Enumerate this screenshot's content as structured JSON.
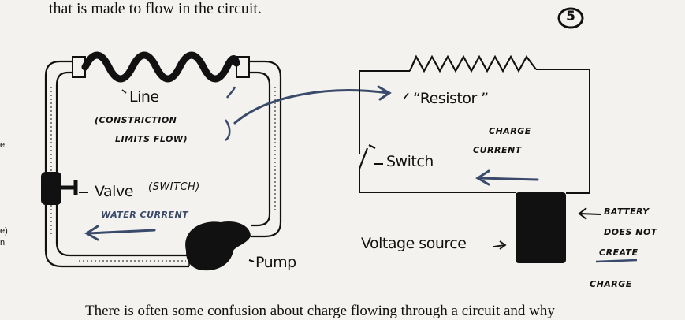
{
  "page": {
    "top_text": "that is made to flow in the circuit.",
    "bottom_text": "There is often some confusion about charge flowing through a circuit and why",
    "page_number": "5",
    "margin_fragments": [
      "e",
      "e)",
      "n"
    ]
  },
  "water_circuit": {
    "line_label": "Line",
    "constriction_note_1": "(CONSTRICTION",
    "constriction_note_2": "LIMITS FLOW)",
    "valve_label": "Valve",
    "switch_note": "(SWITCH)",
    "water_current": "WATER CURRENT",
    "pump_label": "Pump"
  },
  "electric_circuit": {
    "resistor_label": "“Resistor ”",
    "charge_current_1": "CHARGE",
    "charge_current_2": "CURRENT",
    "switch_label": "Switch",
    "voltage_source_label": "Voltage source",
    "battery_note_1": "BATTERY",
    "battery_note_2": "DOES NOT",
    "battery_note_3": "CREATE",
    "battery_note_4": "CHARGE"
  },
  "colors": {
    "ink": "#111111",
    "marker": "#3a4a6a",
    "background": "#f3f2ee"
  }
}
